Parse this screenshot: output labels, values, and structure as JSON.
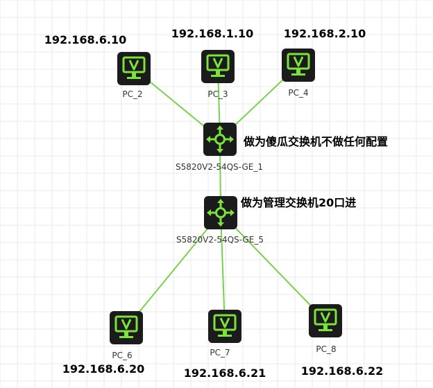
{
  "colors": {
    "link": "#77d14a",
    "icon_bg": "#1b1b1b",
    "icon_fg": "#7be33a",
    "grid": "#e9e9e9"
  },
  "devices": {
    "pc2": {
      "label": "PC_2",
      "ip": "192.168.6.10",
      "icon": "monitor-icon"
    },
    "pc3": {
      "label": "PC_3",
      "ip": "192.168.1.10",
      "icon": "monitor-icon"
    },
    "pc4": {
      "label": "PC_4",
      "ip": "192.168.2.10",
      "icon": "monitor-icon"
    },
    "sw1": {
      "label": "S5820V2-54QS-GE_1",
      "note": "做为傻瓜交换机不做任何配置",
      "icon": "switch-icon"
    },
    "sw5": {
      "label": "S5820V2-54QS-GE_5",
      "note": "做为管理交换机20口进",
      "icon": "switch-icon"
    },
    "pc6": {
      "label": "PC_6",
      "ip": "192.168.6.20",
      "icon": "monitor-icon"
    },
    "pc7": {
      "label": "PC_7",
      "ip": "192.168.6.21",
      "icon": "monitor-icon"
    },
    "pc8": {
      "label": "PC_8",
      "ip": "192.168.6.22",
      "icon": "monitor-icon"
    }
  },
  "links": [
    {
      "from": "pc2",
      "to": "sw1"
    },
    {
      "from": "pc3",
      "to": "sw1"
    },
    {
      "from": "pc4",
      "to": "sw1"
    },
    {
      "from": "sw1",
      "to": "sw5"
    },
    {
      "from": "sw5",
      "to": "pc6"
    },
    {
      "from": "sw5",
      "to": "pc7"
    },
    {
      "from": "sw5",
      "to": "pc8"
    }
  ]
}
